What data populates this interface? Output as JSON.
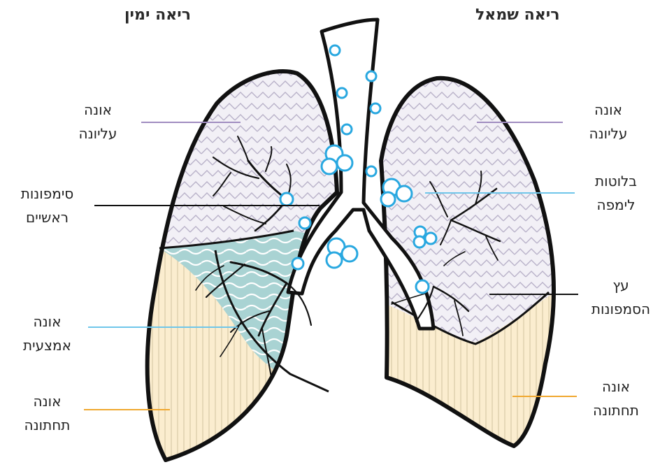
{
  "headers": {
    "right_lung": "ריאה ימין",
    "left_lung": "ריאה שמאל"
  },
  "labels": {
    "right_upper": [
      "אונה",
      "עליונה"
    ],
    "right_bronchi": [
      "סימפונות",
      "ראשיים"
    ],
    "right_middle": [
      "אונה",
      "אמצעית"
    ],
    "right_lower": [
      "אונה",
      "תחתונה"
    ],
    "left_upper": [
      "אונה",
      "עליונה"
    ],
    "left_lymph": [
      "בלוטות",
      "לימפה"
    ],
    "left_tree": [
      "עץ",
      "הסמפונות"
    ],
    "left_lower": [
      "אונה",
      "תחתונה"
    ]
  },
  "colors": {
    "upper_lobe_line": "#a08cc0",
    "middle_lobe_fill": "#a9d3d3",
    "lower_lobe_fill": "#fbedcf",
    "lower_lobe_line": "#f0a830",
    "lymph_node": "#29a8e0",
    "lymph_line": "#6fc6ea",
    "outline": "#111111"
  }
}
